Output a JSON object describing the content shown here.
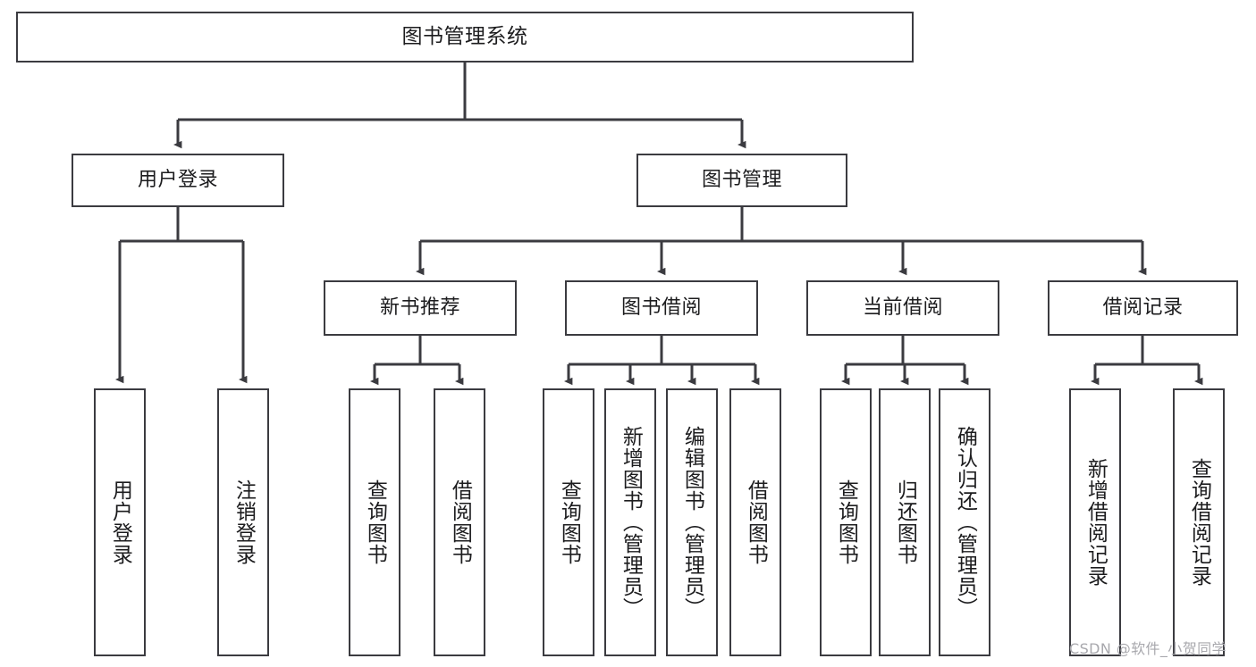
{
  "diagram": {
    "type": "tree-hierarchy",
    "title": "图书管理系统",
    "orientation": "top-down",
    "colors": {
      "background": "#ffffff",
      "box_border": "#3b3b40",
      "box_fill": "#ffffff",
      "connector": "#3b3b40",
      "text": "#1c1c1e",
      "watermark": "#a8a8ad"
    },
    "root": {
      "label": "图书管理系统"
    },
    "level2": [
      {
        "label": "用户登录"
      },
      {
        "label": "图书管理"
      }
    ],
    "level3": [
      {
        "label": "新书推荐"
      },
      {
        "label": "图书借阅"
      },
      {
        "label": "当前借阅"
      },
      {
        "label": "借阅记录"
      }
    ],
    "leaves": {
      "user_login": [
        {
          "label": "用户登录"
        },
        {
          "label": "注销登录"
        }
      ],
      "new_book_recommend": [
        {
          "label": "查询图书"
        },
        {
          "label": "借阅图书"
        }
      ],
      "book_borrow": [
        {
          "label": "查询图书"
        },
        {
          "label": "新增图书（管理员）"
        },
        {
          "label": "编辑图书（管理员）"
        },
        {
          "label": "借阅图书"
        }
      ],
      "current_borrow": [
        {
          "label": "查询图书"
        },
        {
          "label": "归还图书"
        },
        {
          "label": "确认归还（管理员）"
        }
      ],
      "borrow_record": [
        {
          "label": "新增借阅记录"
        },
        {
          "label": "查询借阅记录"
        }
      ]
    }
  },
  "watermark": {
    "text": "CSDN @软件_小贺同学"
  }
}
